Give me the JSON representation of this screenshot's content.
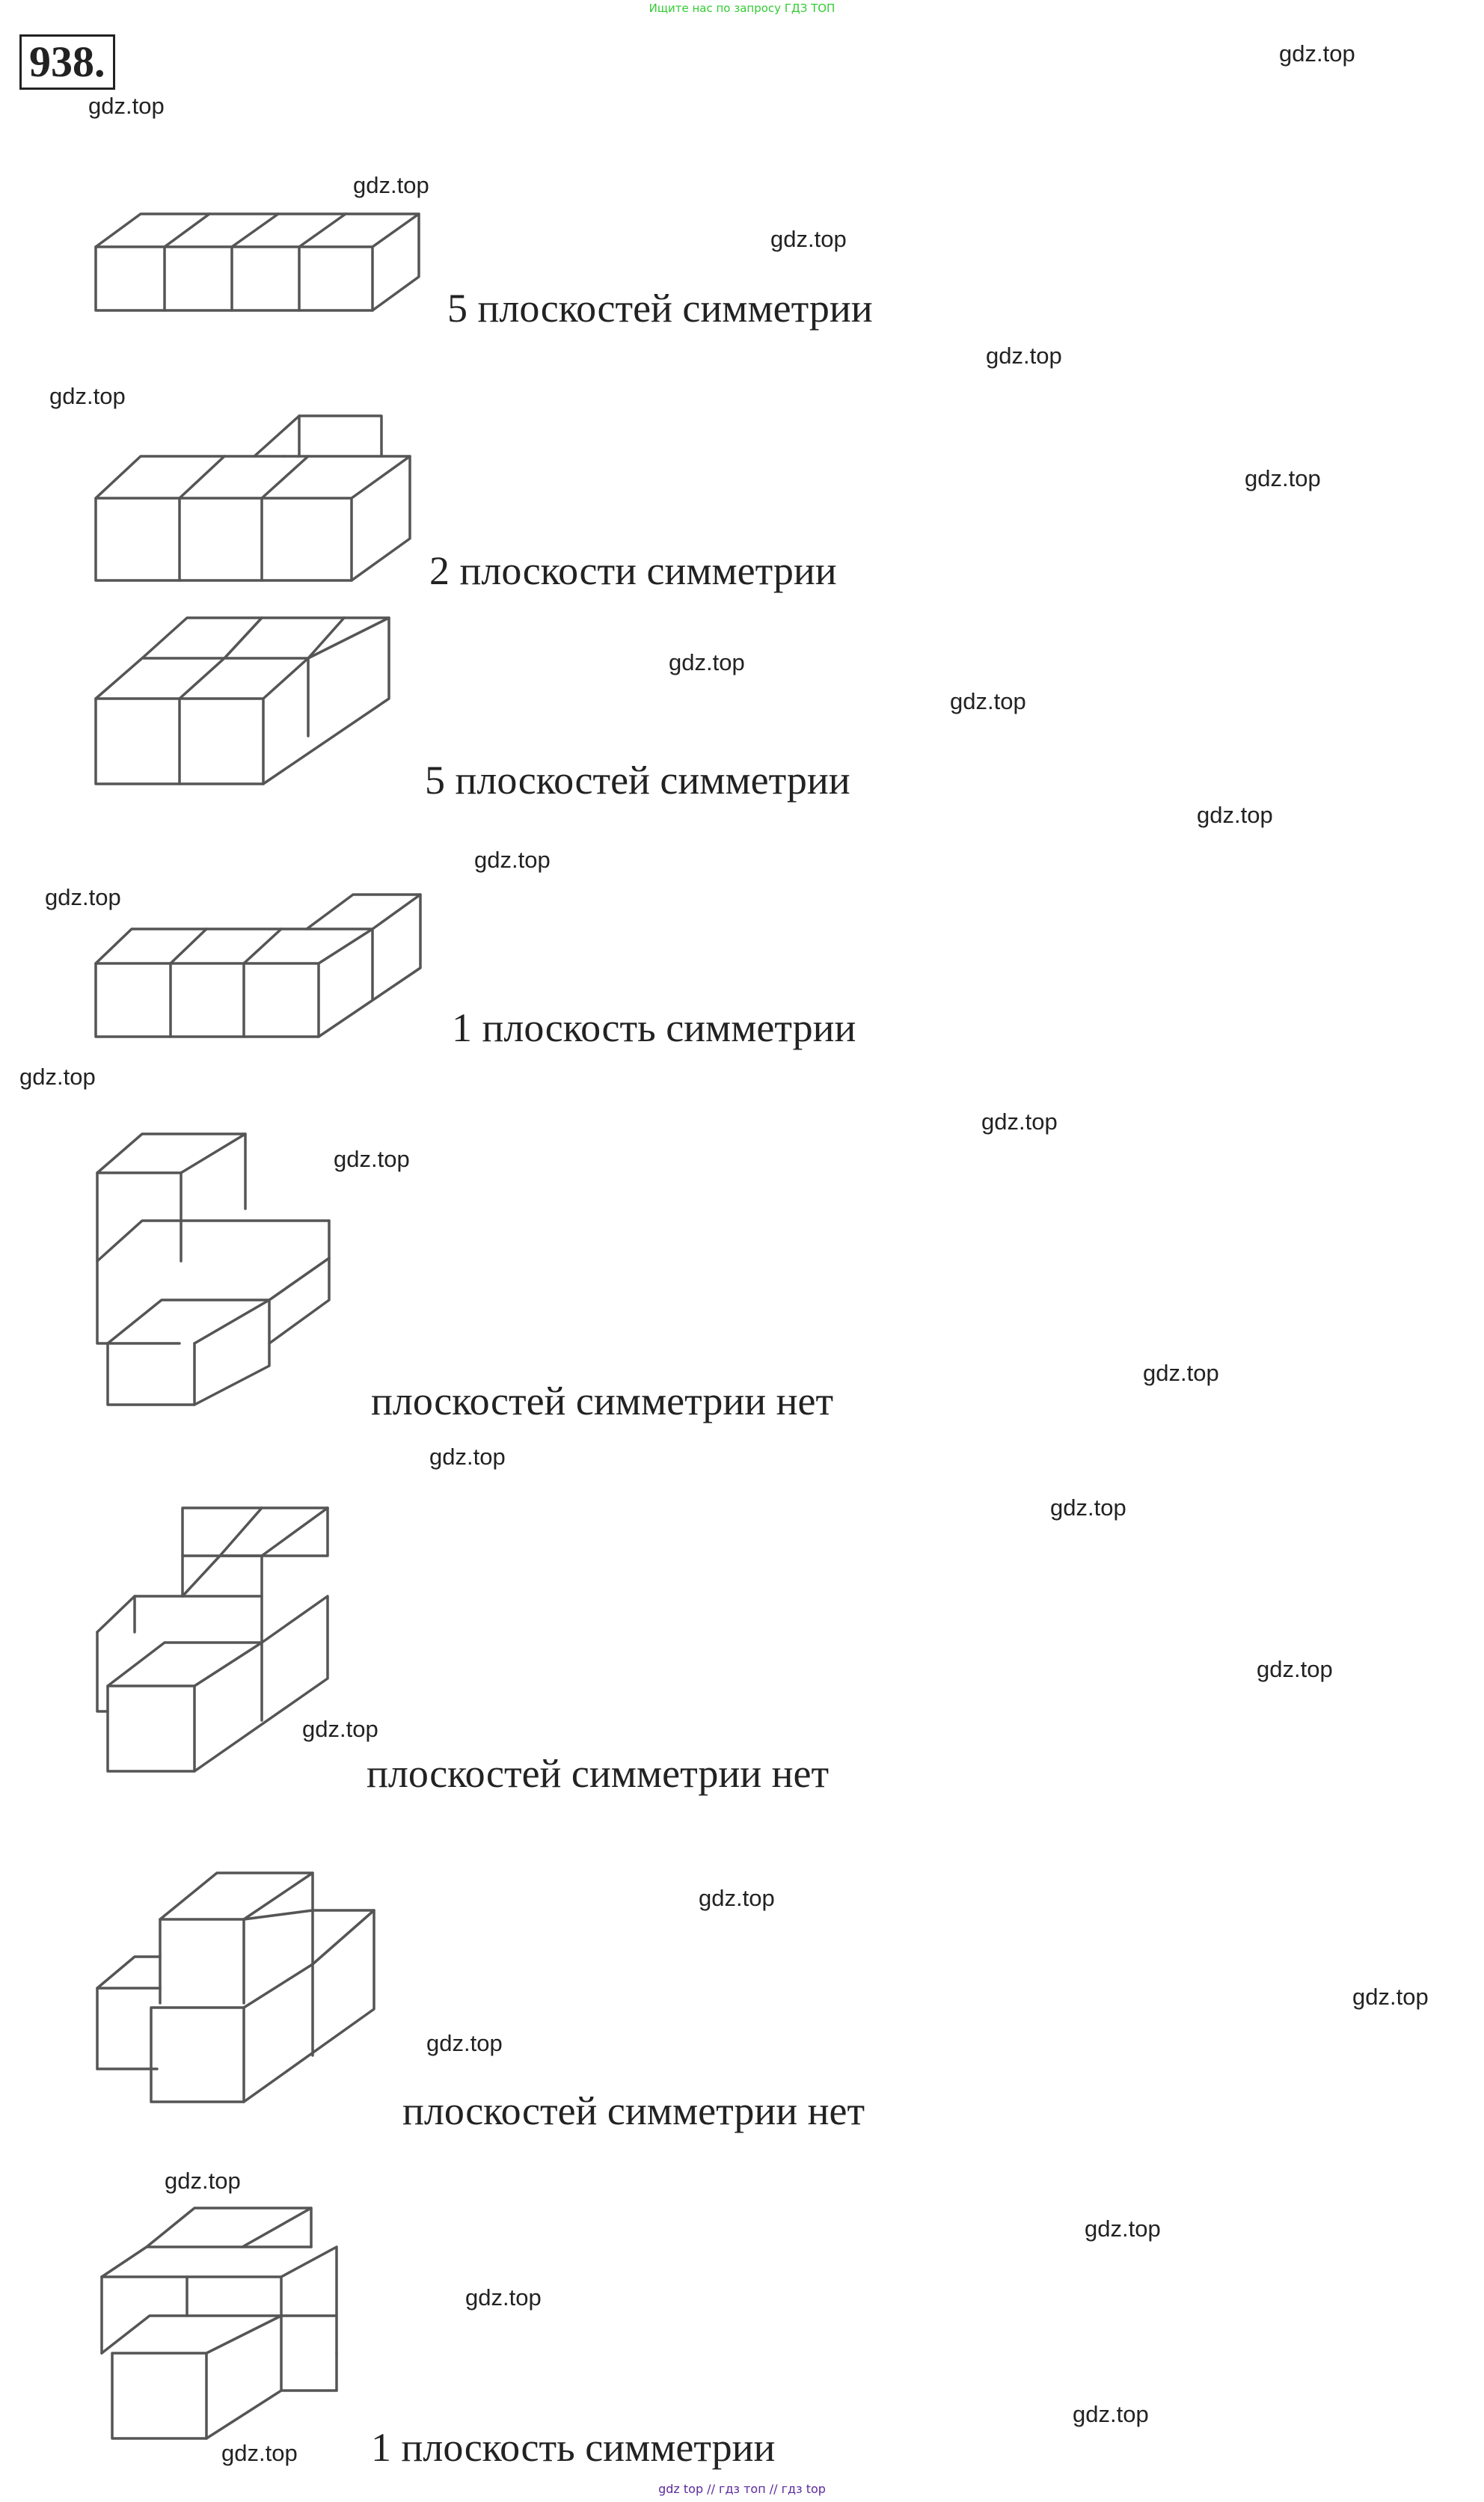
{
  "banner": "Ищите нас по запросу ГДЗ ТОП",
  "task_number": "938.",
  "watermark": "gdz.top",
  "captions": [
    "5 плоскостей симметрии",
    "2 плоскости симметрии",
    "5 плоскостей симметрии",
    "1 плоскость симметрии",
    "плоскостей симметрии нет",
    "плоскостей симметрии нет",
    "плоскостей симметрии нет",
    "1 плоскость симметрии"
  ],
  "footer": "gdz top  //  гдз топ  //  гдз top"
}
